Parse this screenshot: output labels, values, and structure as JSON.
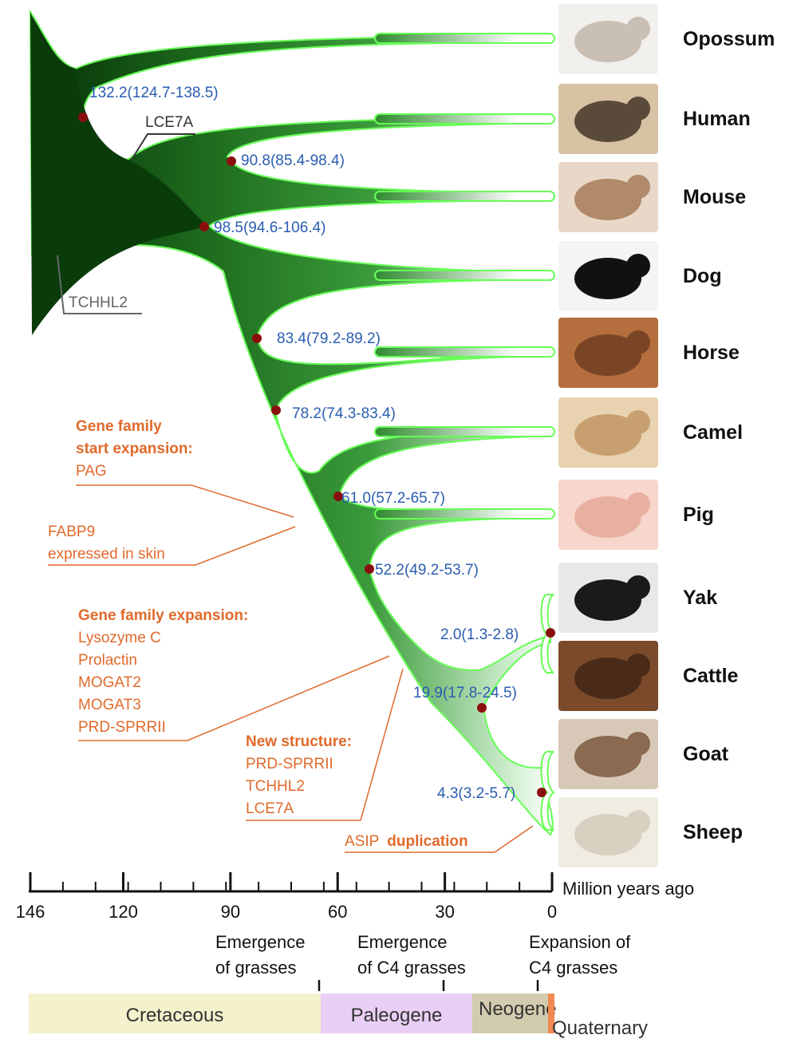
{
  "species": [
    {
      "name": "Opossum",
      "picture": "opossum-photo"
    },
    {
      "name": "Human",
      "picture": "human-photo"
    },
    {
      "name": "Mouse",
      "picture": "mouse-photo"
    },
    {
      "name": "Dog",
      "picture": "dog-photo"
    },
    {
      "name": "Horse",
      "picture": "horse-photo"
    },
    {
      "name": "Camel",
      "picture": "camel-photo"
    },
    {
      "name": "Pig",
      "picture": "pig-photo"
    },
    {
      "name": "Yak",
      "picture": "yak-photo"
    },
    {
      "name": "Cattle",
      "picture": "cattle-photo"
    },
    {
      "name": "Goat",
      "picture": "goat-photo"
    },
    {
      "name": "Sheep",
      "picture": "sheep-photo"
    }
  ],
  "node_estimates": [
    {
      "label": "132.2(124.7-138.5)",
      "age_mya": 132.2
    },
    {
      "label": "90.8(85.4-98.4)",
      "age_mya": 90.8
    },
    {
      "label": "98.5(94.6-106.4)",
      "age_mya": 98.5
    },
    {
      "label": "83.4(79.2-89.2)",
      "age_mya": 83.4
    },
    {
      "label": "78.2(74.3-83.4)",
      "age_mya": 78.2
    },
    {
      "label": "61.0(57.2-65.7)",
      "age_mya": 61.0
    },
    {
      "label": "52.2(49.2-53.7)",
      "age_mya": 52.2
    },
    {
      "label": "2.0(1.3-2.8)",
      "age_mya": 2.0
    },
    {
      "label": "19.9(17.8-24.5)",
      "age_mya": 19.9
    },
    {
      "label": "4.3(3.2-5.7)",
      "age_mya": 4.3
    }
  ],
  "gene_labels": {
    "lce7a": "LCE7A",
    "tchhl2": "TCHHL2"
  },
  "annotations": {
    "start_expansion": {
      "heading_line1": "Gene family",
      "heading_line2": "start expansion:",
      "item": "PAG"
    },
    "fabp9": {
      "line1": "FABP9",
      "line2": "expressed in skin"
    },
    "expansion": {
      "heading": "Gene family expansion:",
      "items": [
        "Lysozyme C",
        "Prolactin",
        "MOGAT2",
        "MOGAT3",
        "PRD-SPRRII"
      ]
    },
    "new_structure": {
      "heading": "New structure:",
      "items": [
        "PRD-SPRRII",
        "TCHHL2",
        "LCE7A"
      ]
    },
    "asip": {
      "gene": "ASIP",
      "word": "duplication"
    }
  },
  "axis": {
    "title": "Million years ago",
    "ticks": [
      "146",
      "120",
      "90",
      "60",
      "30",
      "0"
    ],
    "tick_values": [
      146,
      120,
      90,
      60,
      30,
      0
    ]
  },
  "events": [
    {
      "line1": "Emergence",
      "line2": "of grasses",
      "age_mya": 66
    },
    {
      "line1": "Emergence",
      "line2": "of C4 grasses",
      "age_mya": 30
    },
    {
      "line1": "Expansion of",
      "line2": "C4 grasses",
      "age_mya": 8
    }
  ],
  "periods": [
    {
      "name": "Cretaceous",
      "color": "#f4f1cd"
    },
    {
      "name": "Paleogene",
      "color": "#e9cff5"
    },
    {
      "name": "Neogene",
      "color": "#d3cbae"
    },
    {
      "name": "Quaternary",
      "color": "#f08a52"
    }
  ],
  "colors": {
    "tree_dark": "#0a3c0a",
    "tree_mid": "#2e8c2e",
    "tree_outline": "#66ff55",
    "node_dot": "#8b0e0e",
    "node_text": "#2a5db0",
    "annotation": "#e06a2c"
  }
}
